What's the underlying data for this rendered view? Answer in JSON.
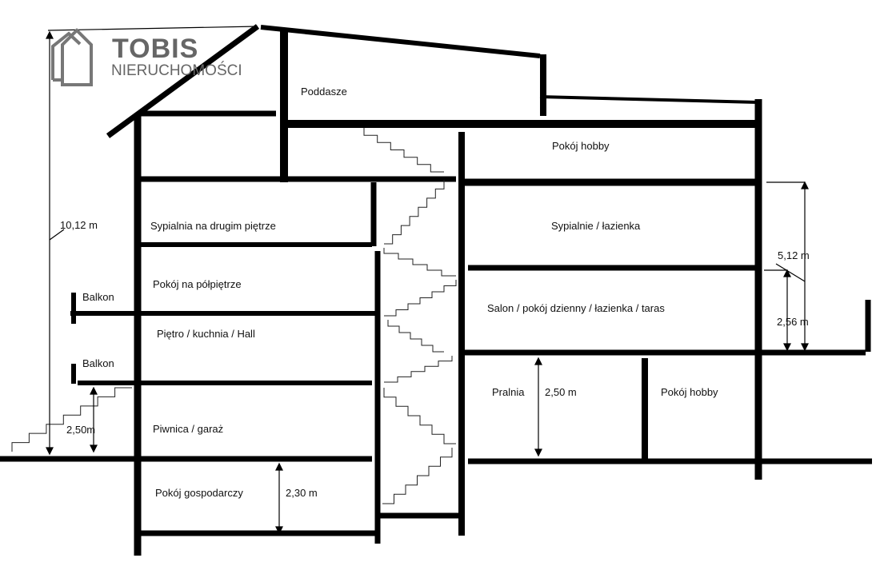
{
  "logo": {
    "title": "TOBIS",
    "subtitle": "NIERUCHOMOŚCI"
  },
  "rooms": {
    "attic": "Poddasze",
    "hobby_top": "Pokój hobby",
    "bedroom_second": "Sypialnia na drugim piętrze",
    "bedrooms_bath": "Sypialnie / łazienka",
    "mezzanine": "Pokój na półpiętrze",
    "living": "Salon / pokój dzienny / łazienka / taras",
    "balcony_1": "Balkon",
    "floor_kitchen": "Piętro / kuchnia / Hall",
    "balcony_2": "Balkon",
    "laundry": "Pralnia",
    "hobby_low": "Pokój hobby",
    "basement": "Piwnica / garaż",
    "utility": "Pokój gospodarczy"
  },
  "dimensions": {
    "total": "10,12 m",
    "right_total": "5,12 m",
    "right_lower": "2,56 m",
    "laundry": "2,50 m",
    "basement": "2,50m",
    "utility": "2,30 m"
  },
  "colors": {
    "wall": "#000000",
    "logo": "#666666"
  }
}
